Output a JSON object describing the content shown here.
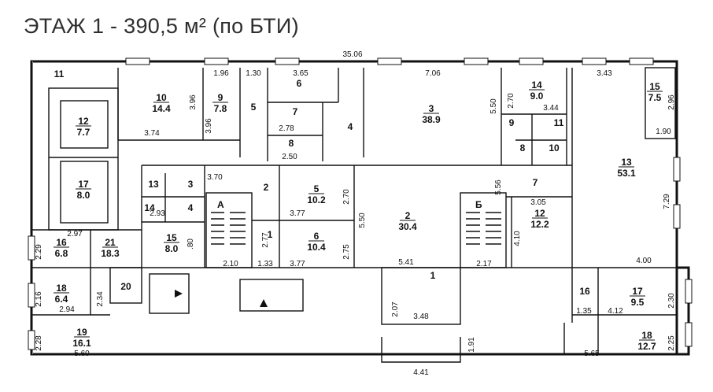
{
  "title": "ЭТАЖ 1 - 390,5 м² (по БТИ)",
  "rooms": [
    {
      "num": "11",
      "area": ""
    },
    {
      "num": "12",
      "area": "7.7"
    },
    {
      "num": "17",
      "area": "8.0"
    },
    {
      "num": "16",
      "area": "6.8"
    },
    {
      "num": "21",
      "area": "18.3"
    },
    {
      "num": "18",
      "area": "6.4"
    },
    {
      "num": "19",
      "area": "16.1"
    },
    {
      "num": "20",
      "area": ""
    },
    {
      "num": "10",
      "area": "14.4"
    },
    {
      "num": "9",
      "area": "7.8"
    },
    {
      "num": "5",
      "area": ""
    },
    {
      "num": "6",
      "area": ""
    },
    {
      "num": "7",
      "area": ""
    },
    {
      "num": "8",
      "area": ""
    },
    {
      "num": "4",
      "area": ""
    },
    {
      "num": "3",
      "area": "38.9"
    },
    {
      "num": "14",
      "area": "9.0"
    },
    {
      "num": "9",
      "area": ""
    },
    {
      "num": "11",
      "area": ""
    },
    {
      "num": "8",
      "area": ""
    },
    {
      "num": "10",
      "area": ""
    },
    {
      "num": "15",
      "area": "7.5"
    },
    {
      "num": "13",
      "area": "53.1"
    },
    {
      "num": "13",
      "area": ""
    },
    {
      "num": "3",
      "area": ""
    },
    {
      "num": "14",
      "area": ""
    },
    {
      "num": "4",
      "area": ""
    },
    {
      "num": "15",
      "area": "8.0"
    },
    {
      "num": "2",
      "area": ""
    },
    {
      "num": "1",
      "area": ""
    },
    {
      "num": "5",
      "area": "10.2"
    },
    {
      "num": "6",
      "area": "10.4"
    },
    {
      "num": "2",
      "area": "30.4"
    },
    {
      "num": "1",
      "area": ""
    },
    {
      "num": "7",
      "area": ""
    },
    {
      "num": "12",
      "area": "12.2"
    },
    {
      "num": "16",
      "area": ""
    },
    {
      "num": "17",
      "area": "9.5"
    },
    {
      "num": "18",
      "area": "12.7"
    }
  ],
  "stair_labels": [
    "А",
    "Б"
  ],
  "dimensions": [
    "35.06",
    "1.96",
    "1.30",
    "3.65",
    "7.06",
    "3.43",
    "3.96",
    "3.96",
    "3.74",
    "2.78",
    "2.50",
    "5.50",
    "2.70",
    "3.44",
    "2.96",
    "1.90",
    "3.70",
    "2.93",
    "2.97",
    "2.29",
    "2.10",
    "1.33",
    "2.77",
    "3.77",
    "2.70",
    "3.77",
    "2.75",
    "5.50",
    "5.41",
    "5.56",
    "3.05",
    "2.17",
    "4.10",
    "7.29",
    "4.00",
    "2.16",
    "2.34",
    "2.94",
    "2.28",
    "5.60",
    "2.07",
    "3.48",
    "1.91",
    "4.41",
    "1.35",
    "4.12",
    "2.30",
    "2.25",
    "5.65",
    ".80"
  ]
}
